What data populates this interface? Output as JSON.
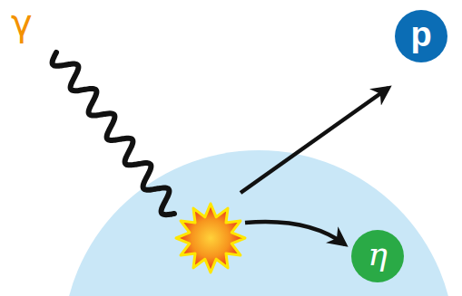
{
  "diagram": {
    "nodes": [
      {
        "text": [
          "p"
        ]
      },
      {
        "text": [
          "η"
        ]
      }
    ],
    "labels": [
      "γ"
    ]
  }
}
